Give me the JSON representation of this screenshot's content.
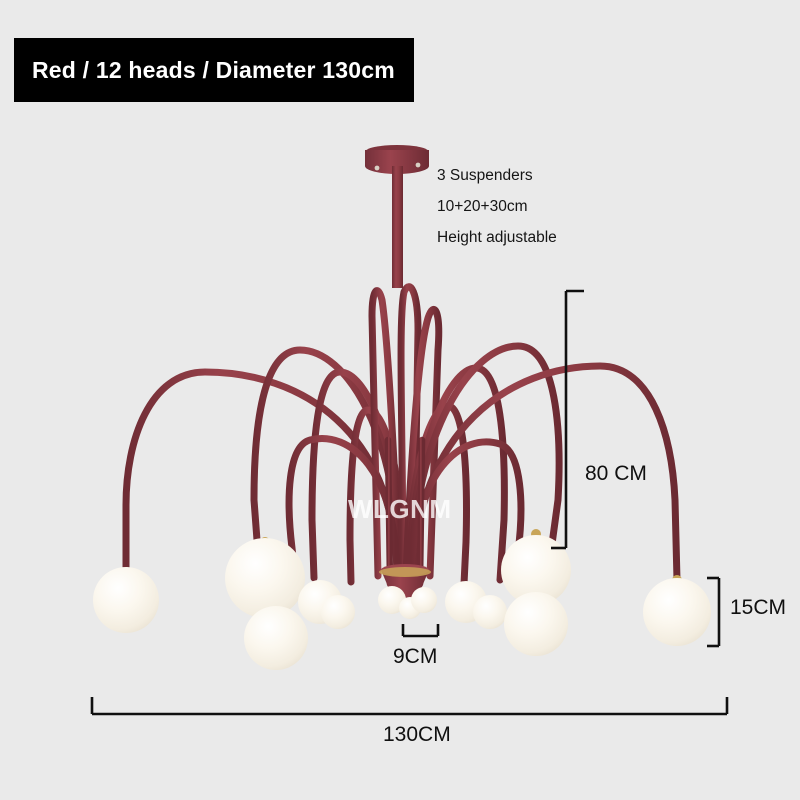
{
  "banner": {
    "text": "Red / 12 heads / Diameter 130cm",
    "bg": "#000000",
    "fg": "#ffffff"
  },
  "annotations": {
    "suspenders_line1": "3 Suspenders",
    "suspenders_line2": "10+20+30cm",
    "suspenders_line3": "Height adjustable"
  },
  "dimensions": {
    "height_label": "80 CM",
    "globe_large_label": "15CM",
    "globe_small_label": "9CM",
    "width_label": "130CM"
  },
  "watermark": {
    "text": "WLGNM"
  },
  "colors": {
    "background": "#eaeaea",
    "fixture_red": "#8b3a42",
    "fixture_red_dark": "#6f2c34",
    "globe_white": "#fbf8f0",
    "globe_shade": "#efe9dc",
    "brass": "#c9a558",
    "dimension_line": "#101010"
  },
  "product": {
    "color_name": "Red",
    "head_count": 12,
    "diameter_cm": 130,
    "drop_height_cm": 80,
    "globe_large_cm": 15,
    "globe_small_cm": 9,
    "suspender_count": 3,
    "suspender_lengths_cm": [
      10,
      20,
      30
    ]
  }
}
